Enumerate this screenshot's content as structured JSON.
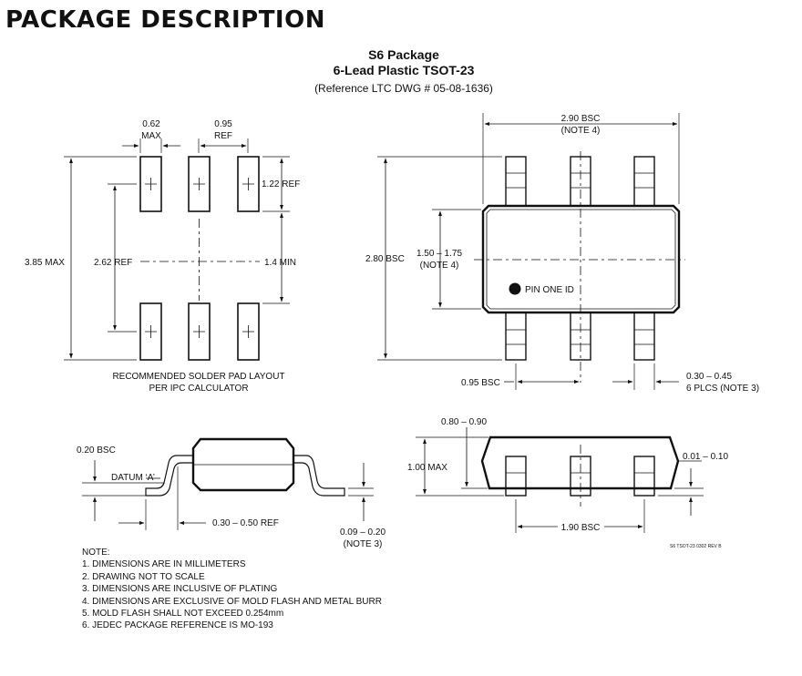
{
  "page": {
    "heading": "PACKAGE DESCRIPTION",
    "package_title": "S6 Package",
    "package_subtitle": "6-Lead Plastic TSOT-23",
    "reference": "(Reference LTC DWG # 05-08-1636)"
  },
  "pad_layout": {
    "pad_width_value": "0.62",
    "pad_width_note": "MAX",
    "pitch_value": "0.95",
    "pitch_note": "REF",
    "pad_length": "1.22 REF",
    "overall_length": "3.85 MAX",
    "pad_center_span": "2.62 REF",
    "inner_gap": "1.4 MIN",
    "caption_line1": "RECOMMENDED SOLDER PAD LAYOUT",
    "caption_line2": "PER IPC CALCULATOR"
  },
  "top_view": {
    "body_width": "2.90 BSC",
    "body_width_note": "(NOTE 4)",
    "overall_height": "2.80 BSC",
    "body_height": "1.50 – 1.75",
    "body_height_note": "(NOTE 4)",
    "pin_one": "PIN ONE ID",
    "lead_pitch": "0.95 BSC",
    "lead_width": "0.30 – 0.45",
    "lead_width_note": "6 PLCS (NOTE 3)"
  },
  "side_view": {
    "seating": "0.20 BSC",
    "datum": "DATUM ‘A’",
    "foot_length": "0.30 – 0.50 REF",
    "lead_thickness": "0.09 – 0.20",
    "lead_thickness_note": "(NOTE 3)"
  },
  "end_view": {
    "body_thickness": "0.80 – 0.90",
    "max_height": "1.00 MAX",
    "standoff": "0.01 – 0.10",
    "span": "1.90 BSC",
    "drawing_id": "S6 TSOT-23 0302 REV B"
  },
  "notes": {
    "title": "NOTE:",
    "items": [
      "1. DIMENSIONS ARE IN MILLIMETERS",
      "2. DRAWING NOT TO SCALE",
      "3. DIMENSIONS ARE INCLUSIVE OF PLATING",
      "4. DIMENSIONS ARE EXCLUSIVE OF MOLD FLASH AND METAL BURR",
      "5. MOLD FLASH SHALL NOT EXCEED 0.254mm",
      "6. JEDEC PACKAGE REFERENCE IS MO-193"
    ]
  }
}
